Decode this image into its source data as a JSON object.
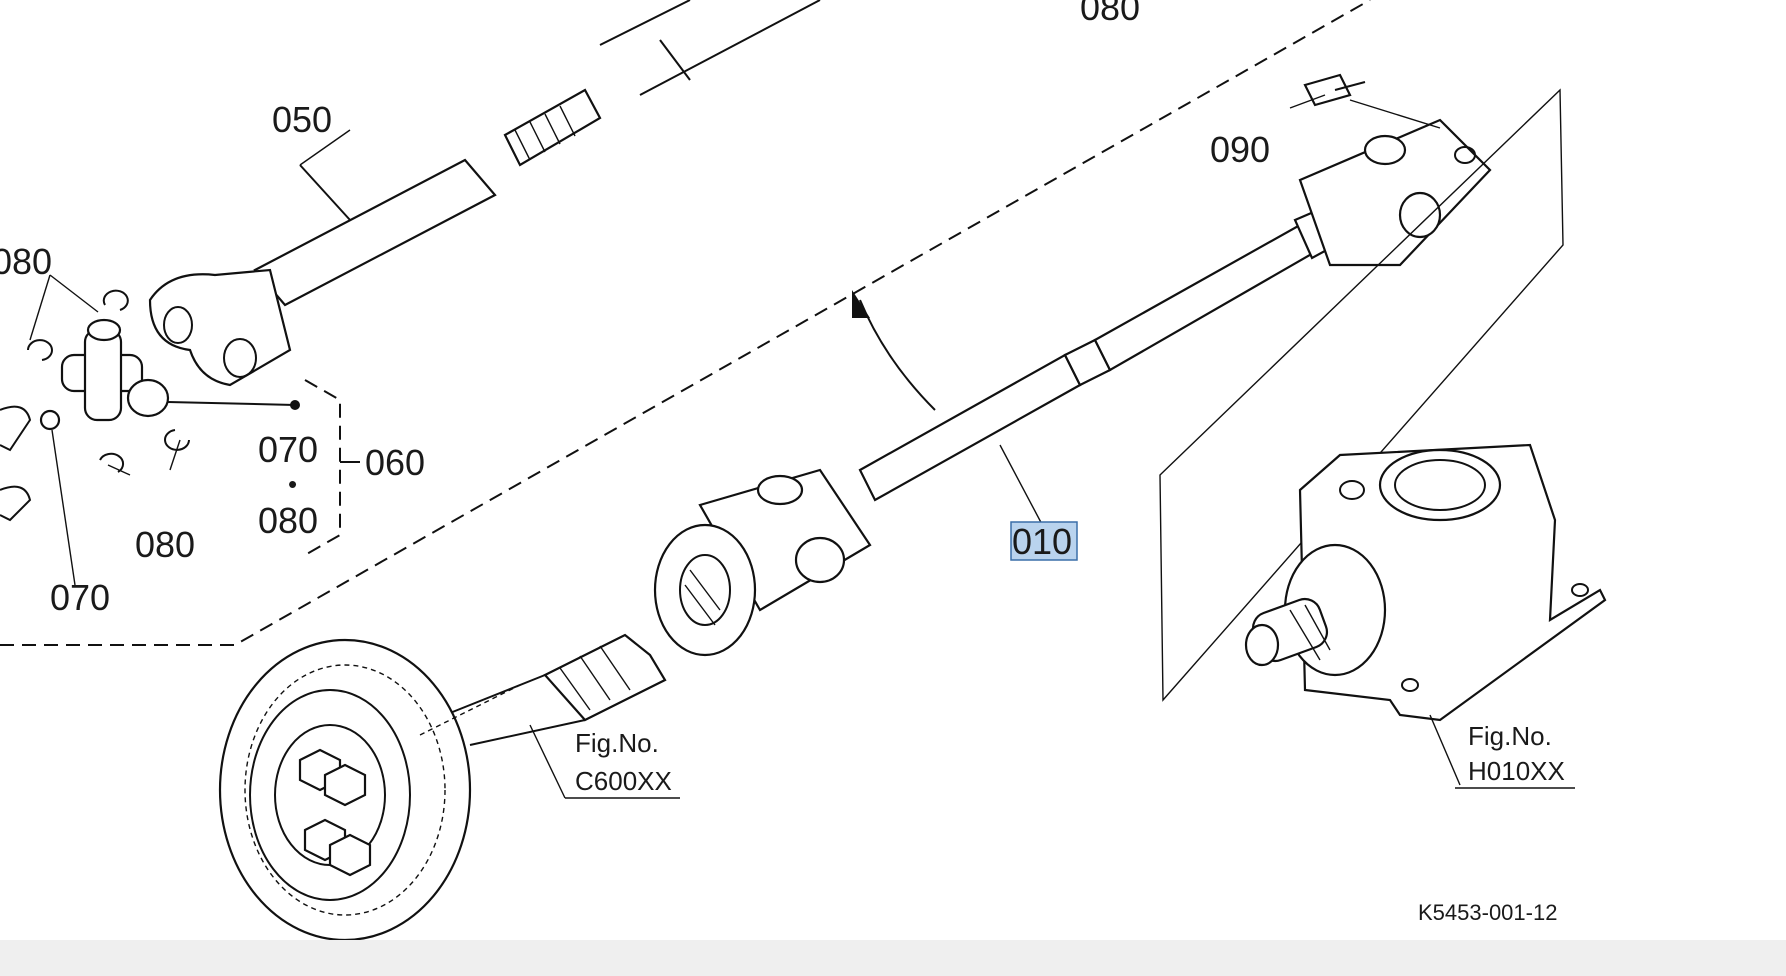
{
  "labels": {
    "p080_top": "080",
    "p050": "050",
    "p090": "090",
    "p080_left": "080",
    "p070_mid": "070",
    "p070_dot": "•",
    "p080_mid": "080",
    "p060": "060",
    "p080_bottom": "080",
    "p070_bottom": "070",
    "p010": "010"
  },
  "fig_refs": {
    "shaft_fig_label": "Fig.No.",
    "shaft_fig_code": "C600XX",
    "gearbox_fig_label": "Fig.No.",
    "gearbox_fig_code": "H010XX"
  },
  "drawing_number": "K5453-001-12",
  "colors": {
    "highlight": "#b9d3ee",
    "highlight_border": "#3a6ea8",
    "line": "#111111"
  }
}
